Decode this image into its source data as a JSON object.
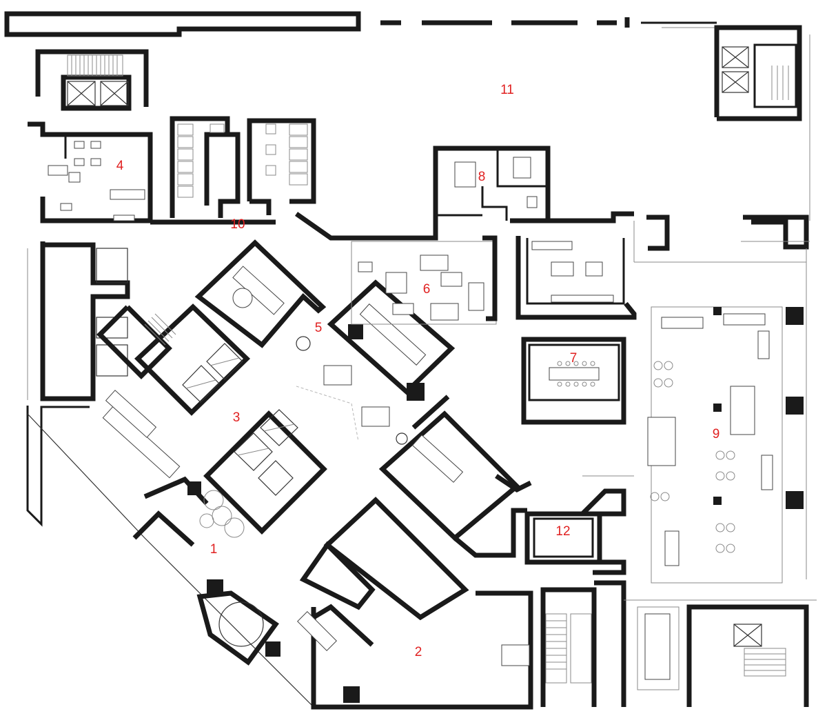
{
  "plan": {
    "colors": {
      "wall": "#1a1a1a",
      "line": "#333333",
      "label": "#e02020",
      "background": "#ffffff"
    },
    "room_labels": [
      "1",
      "2",
      "3",
      "4",
      "5",
      "6",
      "7",
      "8",
      "9",
      "10",
      "11",
      "12"
    ]
  }
}
